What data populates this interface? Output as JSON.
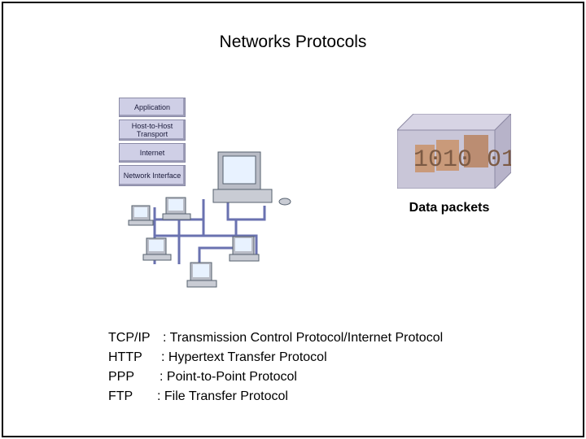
{
  "title": "Networks Protocols",
  "layers": [
    "Application",
    "Host-to-Host Transport",
    "Internet",
    "Network Interface"
  ],
  "packets_digits": "1010 01",
  "packets_label": "Data packets",
  "definitions": [
    {
      "abbr": "TCP/IP",
      "text": ": Transmission Control Protocol/Internet Protocol"
    },
    {
      "abbr": "HTTP",
      "text": ": Hypertext Transfer Protocol"
    },
    {
      "abbr": "PPP",
      "text": ": Point-to-Point Protocol"
    },
    {
      "abbr": "FTP",
      "text": ": File Transfer Protocol"
    }
  ],
  "colors": {
    "layer_fill": "#cfcfe6",
    "network_line": "#6a72b0",
    "packet_box": "#c9c6d8",
    "packet_tile": "#c9926a"
  }
}
